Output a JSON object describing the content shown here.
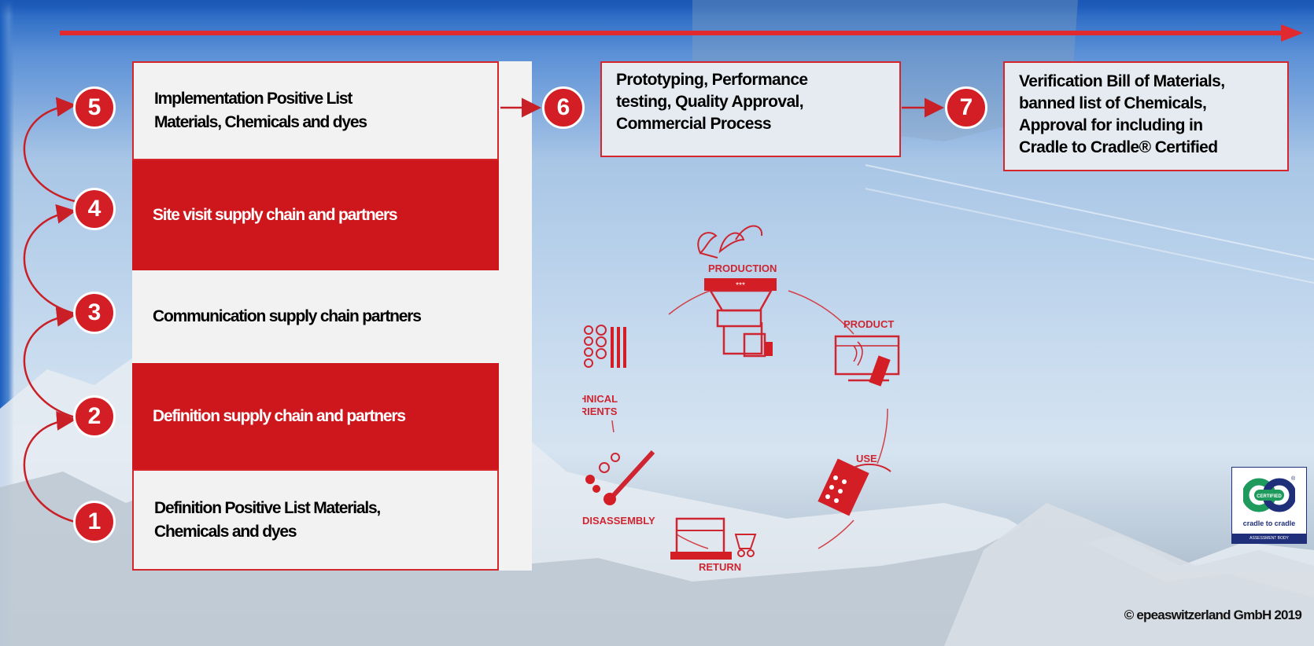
{
  "steps": [
    {
      "number": "1",
      "label": "Definition Positive List Materials,\nChemicals and  dyes"
    },
    {
      "number": "2",
      "label": "Definition supply chain and partners"
    },
    {
      "number": "3",
      "label": "Communication supply chain  partners"
    },
    {
      "number": "4",
      "label": "Site visit supply chain and  partners"
    },
    {
      "number": "5",
      "label": "Implementation Positive List\nMaterials, Chemicals and  dyes"
    }
  ],
  "later_steps": [
    {
      "number": "6",
      "label": "Prototyping, Performance\ntesting, Quality Approval,\nCommercial  Process"
    },
    {
      "number": "7",
      "label": "Verification Bill of Materials,\nbanned list of Chemicals,\nApproval for including in\nCradle to Cradle® Certified"
    }
  ],
  "cycle_labels": {
    "production": "PRODUCTION",
    "product": "PRODUCT",
    "use": "USE",
    "return": "RETURN",
    "disassembly": "DISASSEMBLY",
    "technical_nutrients_1": "TECHNICAL",
    "technical_nutrients_2": "NUTRIENTS",
    "stars": "***"
  },
  "badge": {
    "certified": "CERTIFIED",
    "brand": "cradle to cradle",
    "foot": "ASSESSMENT BODY",
    "registered": "®"
  },
  "copyright": "©  epeaswitzerland GmbH 2019",
  "colors": {
    "accent": "#d41e25",
    "dark_band": "#cd171d",
    "light_band": "#f2f2f2"
  }
}
